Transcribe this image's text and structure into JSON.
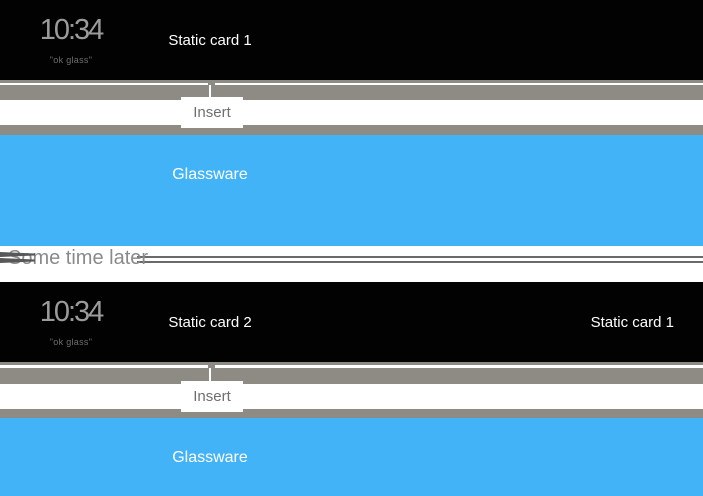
{
  "colors": {
    "card-black": "#020202",
    "stack-gray": "#8e8a84",
    "glassware-blue": "#42b3f7",
    "clock-gray": "#9b9b9b",
    "okglass-gray": "#6f6f6f",
    "insert-text-gray": "#6f6f6f",
    "divider-line-gray": "#6a6a6a",
    "divider-stub-gray": "#585858",
    "divider-text-gray": "#8a8a8a"
  },
  "sections": {
    "s1": {
      "time": "10:34",
      "ok_glass": "\"ok glass\"",
      "center_label": "Static card 1",
      "insert_label": "Insert",
      "glassware_label": "Glassware"
    },
    "s2": {
      "time": "10:34",
      "ok_glass": "\"ok glass\"",
      "center_label": "Static card 2",
      "right_label": "Static card 1",
      "insert_label": "Insert",
      "glassware_label": "Glassware"
    }
  },
  "divider": {
    "label": "Some time later"
  }
}
